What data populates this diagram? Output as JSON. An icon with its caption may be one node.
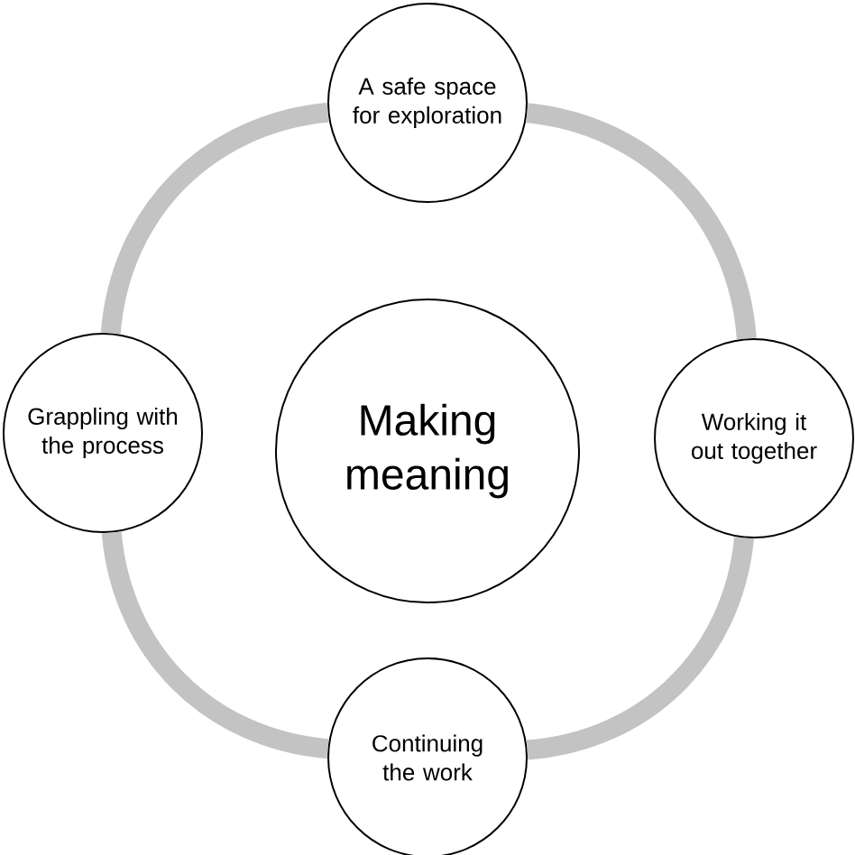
{
  "diagram": {
    "nodes": [
      {
        "text": [
          "Making meaning"
        ]
      },
      {
        "text": [
          "A safe space for exploration"
        ]
      },
      {
        "text": [
          "Working it out together"
        ]
      },
      {
        "text": [
          "Continuing the work"
        ]
      },
      {
        "text": [
          "Grappling with the process"
        ]
      }
    ],
    "edges": [
      {
        "from": 1,
        "to": 2,
        "arrow": "none",
        "color": "#c3c3c3"
      },
      {
        "from": 2,
        "to": 3,
        "arrow": "none",
        "color": "#c3c3c3"
      },
      {
        "from": 3,
        "to": 4,
        "arrow": "none",
        "color": "#c3c3c3"
      },
      {
        "from": 4,
        "to": 1,
        "arrow": "none",
        "color": "#c3c3c3"
      }
    ]
  }
}
